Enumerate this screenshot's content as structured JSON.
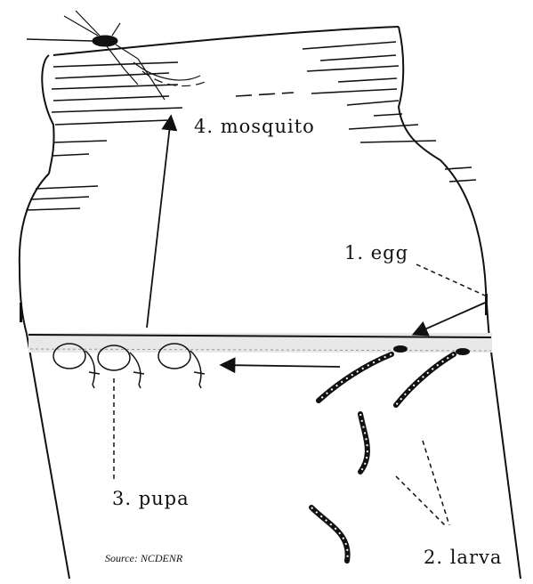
{
  "stages": [
    {
      "id": "egg",
      "label": "1. egg"
    },
    {
      "id": "larva",
      "label": "2. larva"
    },
    {
      "id": "pupa",
      "label": "3. pupa"
    },
    {
      "id": "mosquito",
      "label": "4. mosquito"
    }
  ],
  "source": "Source: NCDENR",
  "colors": {
    "ink": "#111111",
    "water": "#e8e8e8",
    "paper": "#ffffff"
  }
}
